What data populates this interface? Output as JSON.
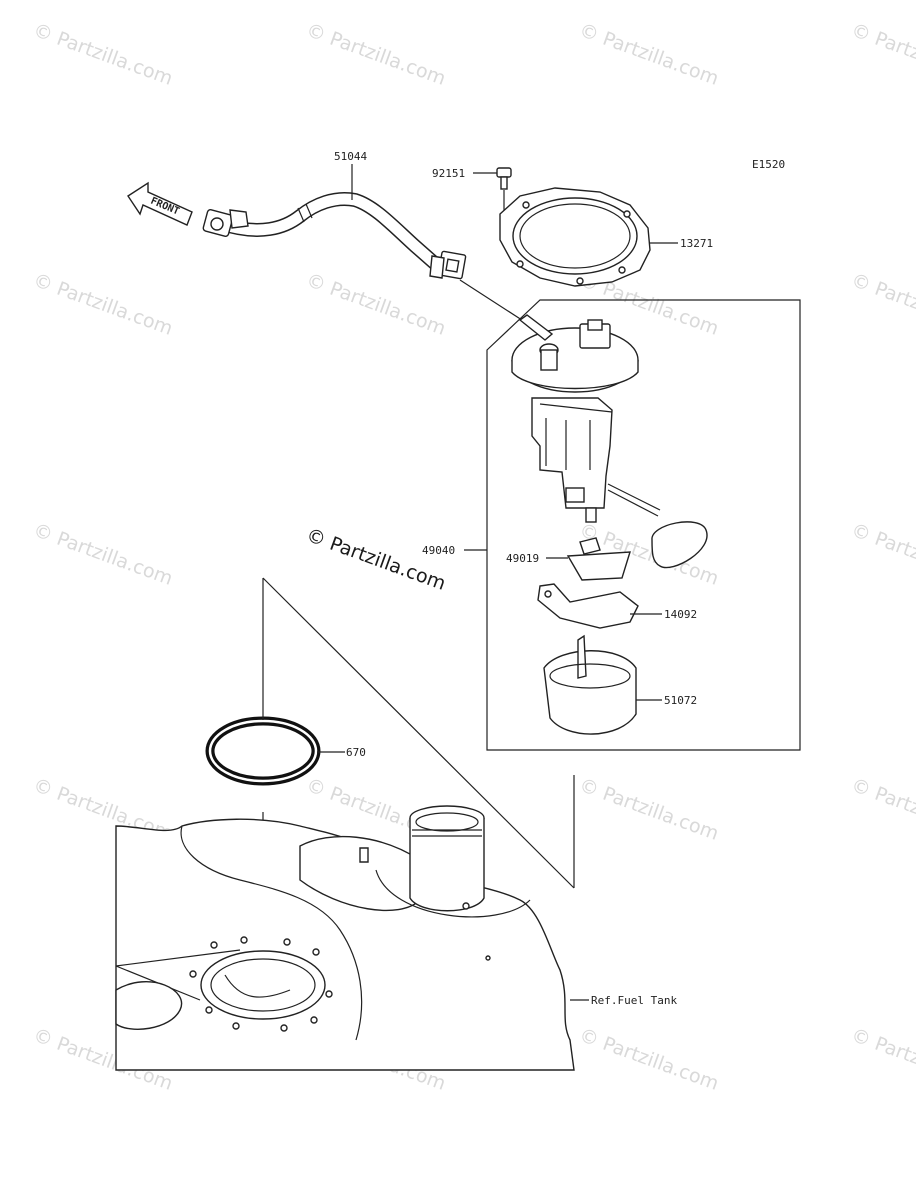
{
  "diagram": {
    "code": "E1520",
    "front_label": "FRONT",
    "parts": {
      "p51044": "51044",
      "p92151": "92151",
      "p13271": "13271",
      "p49040": "49040",
      "p49019": "49019",
      "p14092": "14092",
      "p51072": "51072",
      "p670": "670",
      "ref_tank": "Ref.Fuel Tank"
    }
  },
  "watermark": {
    "text": "© Partzilla.com",
    "center_text": "© Partzilla.com"
  }
}
